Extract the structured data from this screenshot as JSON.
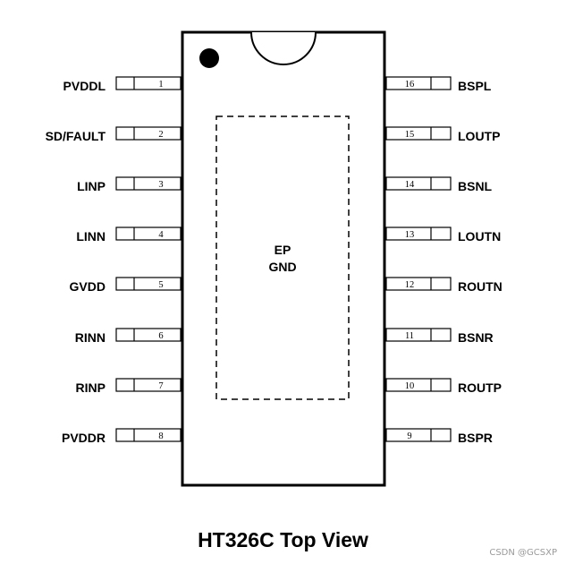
{
  "chip": {
    "caption": "HT326C Top View",
    "pad_lines": [
      "EP",
      "GND"
    ],
    "left_pins": [
      {
        "num": "1",
        "name": "PVDDL"
      },
      {
        "num": "2",
        "name": "SD/FAULT"
      },
      {
        "num": "3",
        "name": "LINP"
      },
      {
        "num": "4",
        "name": "LINN"
      },
      {
        "num": "5",
        "name": "GVDD"
      },
      {
        "num": "6",
        "name": "RINN"
      },
      {
        "num": "7",
        "name": "RINP"
      },
      {
        "num": "8",
        "name": "PVDDR"
      }
    ],
    "right_pins": [
      {
        "num": "16",
        "name": "BSPL"
      },
      {
        "num": "15",
        "name": "LOUTP"
      },
      {
        "num": "14",
        "name": "BSNL"
      },
      {
        "num": "13",
        "name": "LOUTN"
      },
      {
        "num": "12",
        "name": "ROUTN"
      },
      {
        "num": "11",
        "name": "BSNR"
      },
      {
        "num": "10",
        "name": "ROUTP"
      },
      {
        "num": "9",
        "name": "BSPR"
      }
    ]
  },
  "watermark": "CSDN @GCSXP"
}
